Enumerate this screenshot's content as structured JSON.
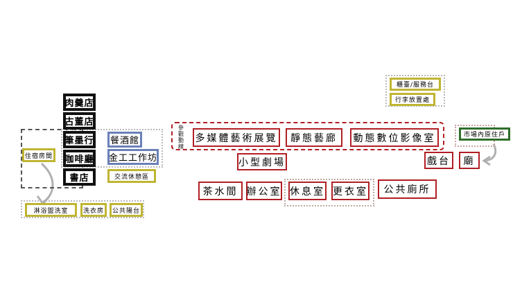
{
  "left_column": {
    "meat_soup_shop": "肉羹店",
    "antique_shop": "古董店",
    "brush_ink_shop": "筆墨行",
    "cafe": "咖啡廳",
    "bookstore": "書店",
    "bar": "餐酒館",
    "metal_workshop": "金工工作坊",
    "exchange_lounge": "交流休憩區",
    "dormitory": "住宿房間",
    "bathroom": "淋浴盥洗室",
    "laundry": "洗衣房",
    "balcony": "公共陽台"
  },
  "main_area": {
    "visit_route_label": "參觀動線",
    "multimedia_exhibition": "多媒體藝術展覽",
    "static_gallery": "靜態藝廊",
    "dynamic_digital_video": "動態數位影像室",
    "small_theater": "小型劇場",
    "opera_stage": "戲台",
    "temple": "廟",
    "tea_room": "茶水間",
    "office": "辦公室",
    "lounge": "休息室",
    "changing_room": "更衣室",
    "public_toilet": "公共廁所"
  },
  "right_area": {
    "counter": "櫃臺/服務台",
    "luggage_storage": "行李放置處",
    "market_residents": "市場內原住戶"
  }
}
